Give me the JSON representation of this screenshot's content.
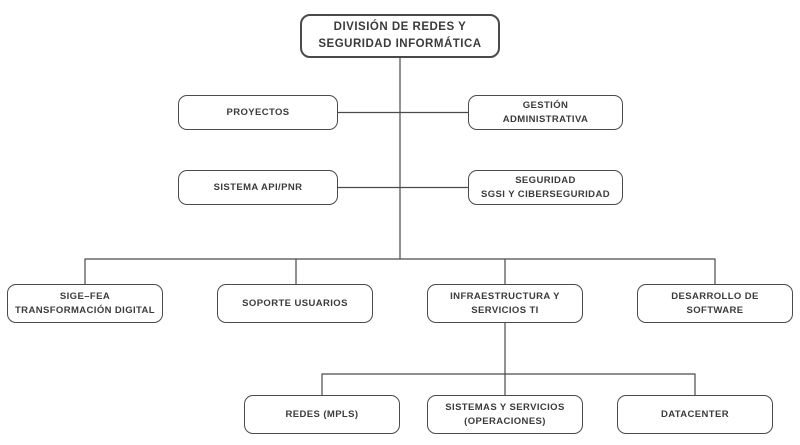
{
  "colors": {
    "background": "#ffffff",
    "line": "#4a4a4a",
    "border": "#4a4a4a",
    "text": "#3b3b3b"
  },
  "diagram": {
    "type": "org-chart",
    "title": "DIVISIÓN DE REDES Y SEGURIDAD INFORMÁTICA",
    "nodes": {
      "division": {
        "label": "DIVISIÓN DE REDES Y\nSEGURIDAD INFORMÁTICA"
      },
      "proyectos": {
        "label": "PROYECTOS"
      },
      "gestion": {
        "label": "GESTIÓN\nADMINISTRATIVA"
      },
      "sistema_api": {
        "label": "SISTEMA API/PNR"
      },
      "seguridad": {
        "label": "SEGURIDAD\nSGSI Y CIBERSEGURIDAD"
      },
      "sige_fea": {
        "label": "SIGE–FEA\nTRANSFORMACIÓN DIGITAL"
      },
      "soporte": {
        "label": "SOPORTE USUARIOS"
      },
      "infraestructura": {
        "label": "INFRAESTRUCTURA Y\nSERVICIOS TI"
      },
      "desarrollo": {
        "label": "DESARROLLO DE SOFTWARE"
      },
      "redes": {
        "label": "REDES (MPLS)"
      },
      "sistemas": {
        "label": "SISTEMAS Y SERVICIOS\n(OPERACIONES)"
      },
      "datacenter": {
        "label": "DATACENTER"
      }
    },
    "hierarchy": {
      "root": "division",
      "staff_left": [
        "proyectos",
        "sistema_api"
      ],
      "staff_right": [
        "gestion",
        "seguridad"
      ],
      "children": [
        "sige_fea",
        "soporte",
        "infraestructura",
        "desarrollo"
      ],
      "infraestructura_children": [
        "redes",
        "sistemas",
        "datacenter"
      ]
    }
  }
}
